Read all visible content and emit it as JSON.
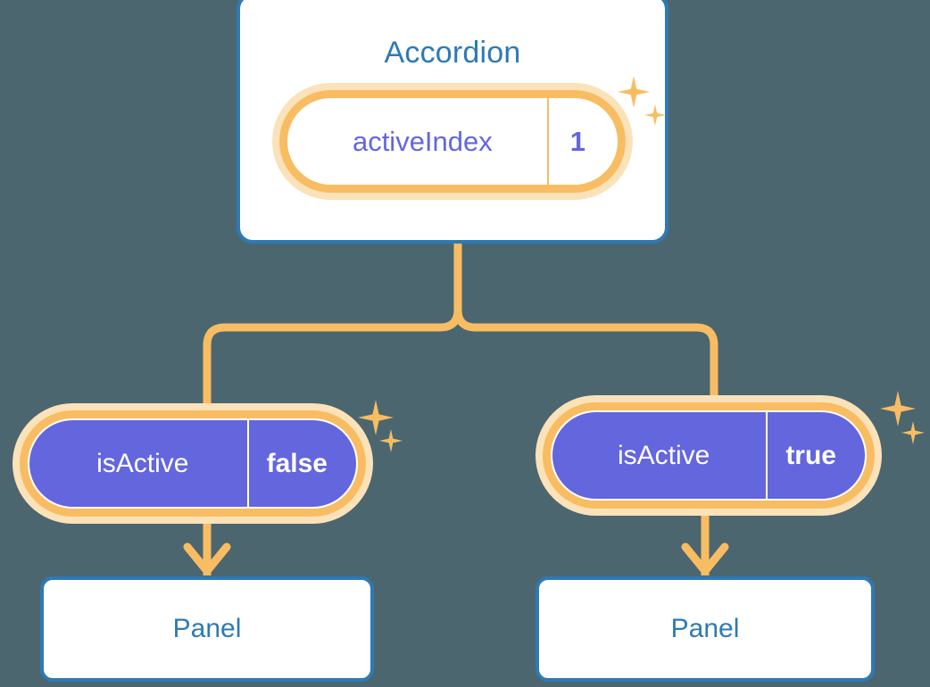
{
  "background_color": "#4c6670",
  "palette": {
    "card_border": "#2d7ab5",
    "card_title_text": "#2d7ab5",
    "pill_ring": "#f8bd62",
    "pill_glow": "#fbe2b9",
    "pill_dark_body": "#6366dd",
    "pill_light_text": "#6366e3",
    "connector": "#f8bd62",
    "panel_text": "#2d7ab5"
  },
  "diagram": {
    "type": "component-state-tree",
    "root": {
      "title": "Accordion",
      "state": {
        "key": "activeIndex",
        "value": "1",
        "style": "light"
      }
    },
    "children": [
      {
        "state": {
          "key": "isActive",
          "value": "false",
          "style": "dark"
        },
        "panel": {
          "title": "Panel"
        }
      },
      {
        "state": {
          "key": "isActive",
          "value": "true",
          "style": "dark"
        },
        "panel": {
          "title": "Panel"
        }
      }
    ]
  }
}
